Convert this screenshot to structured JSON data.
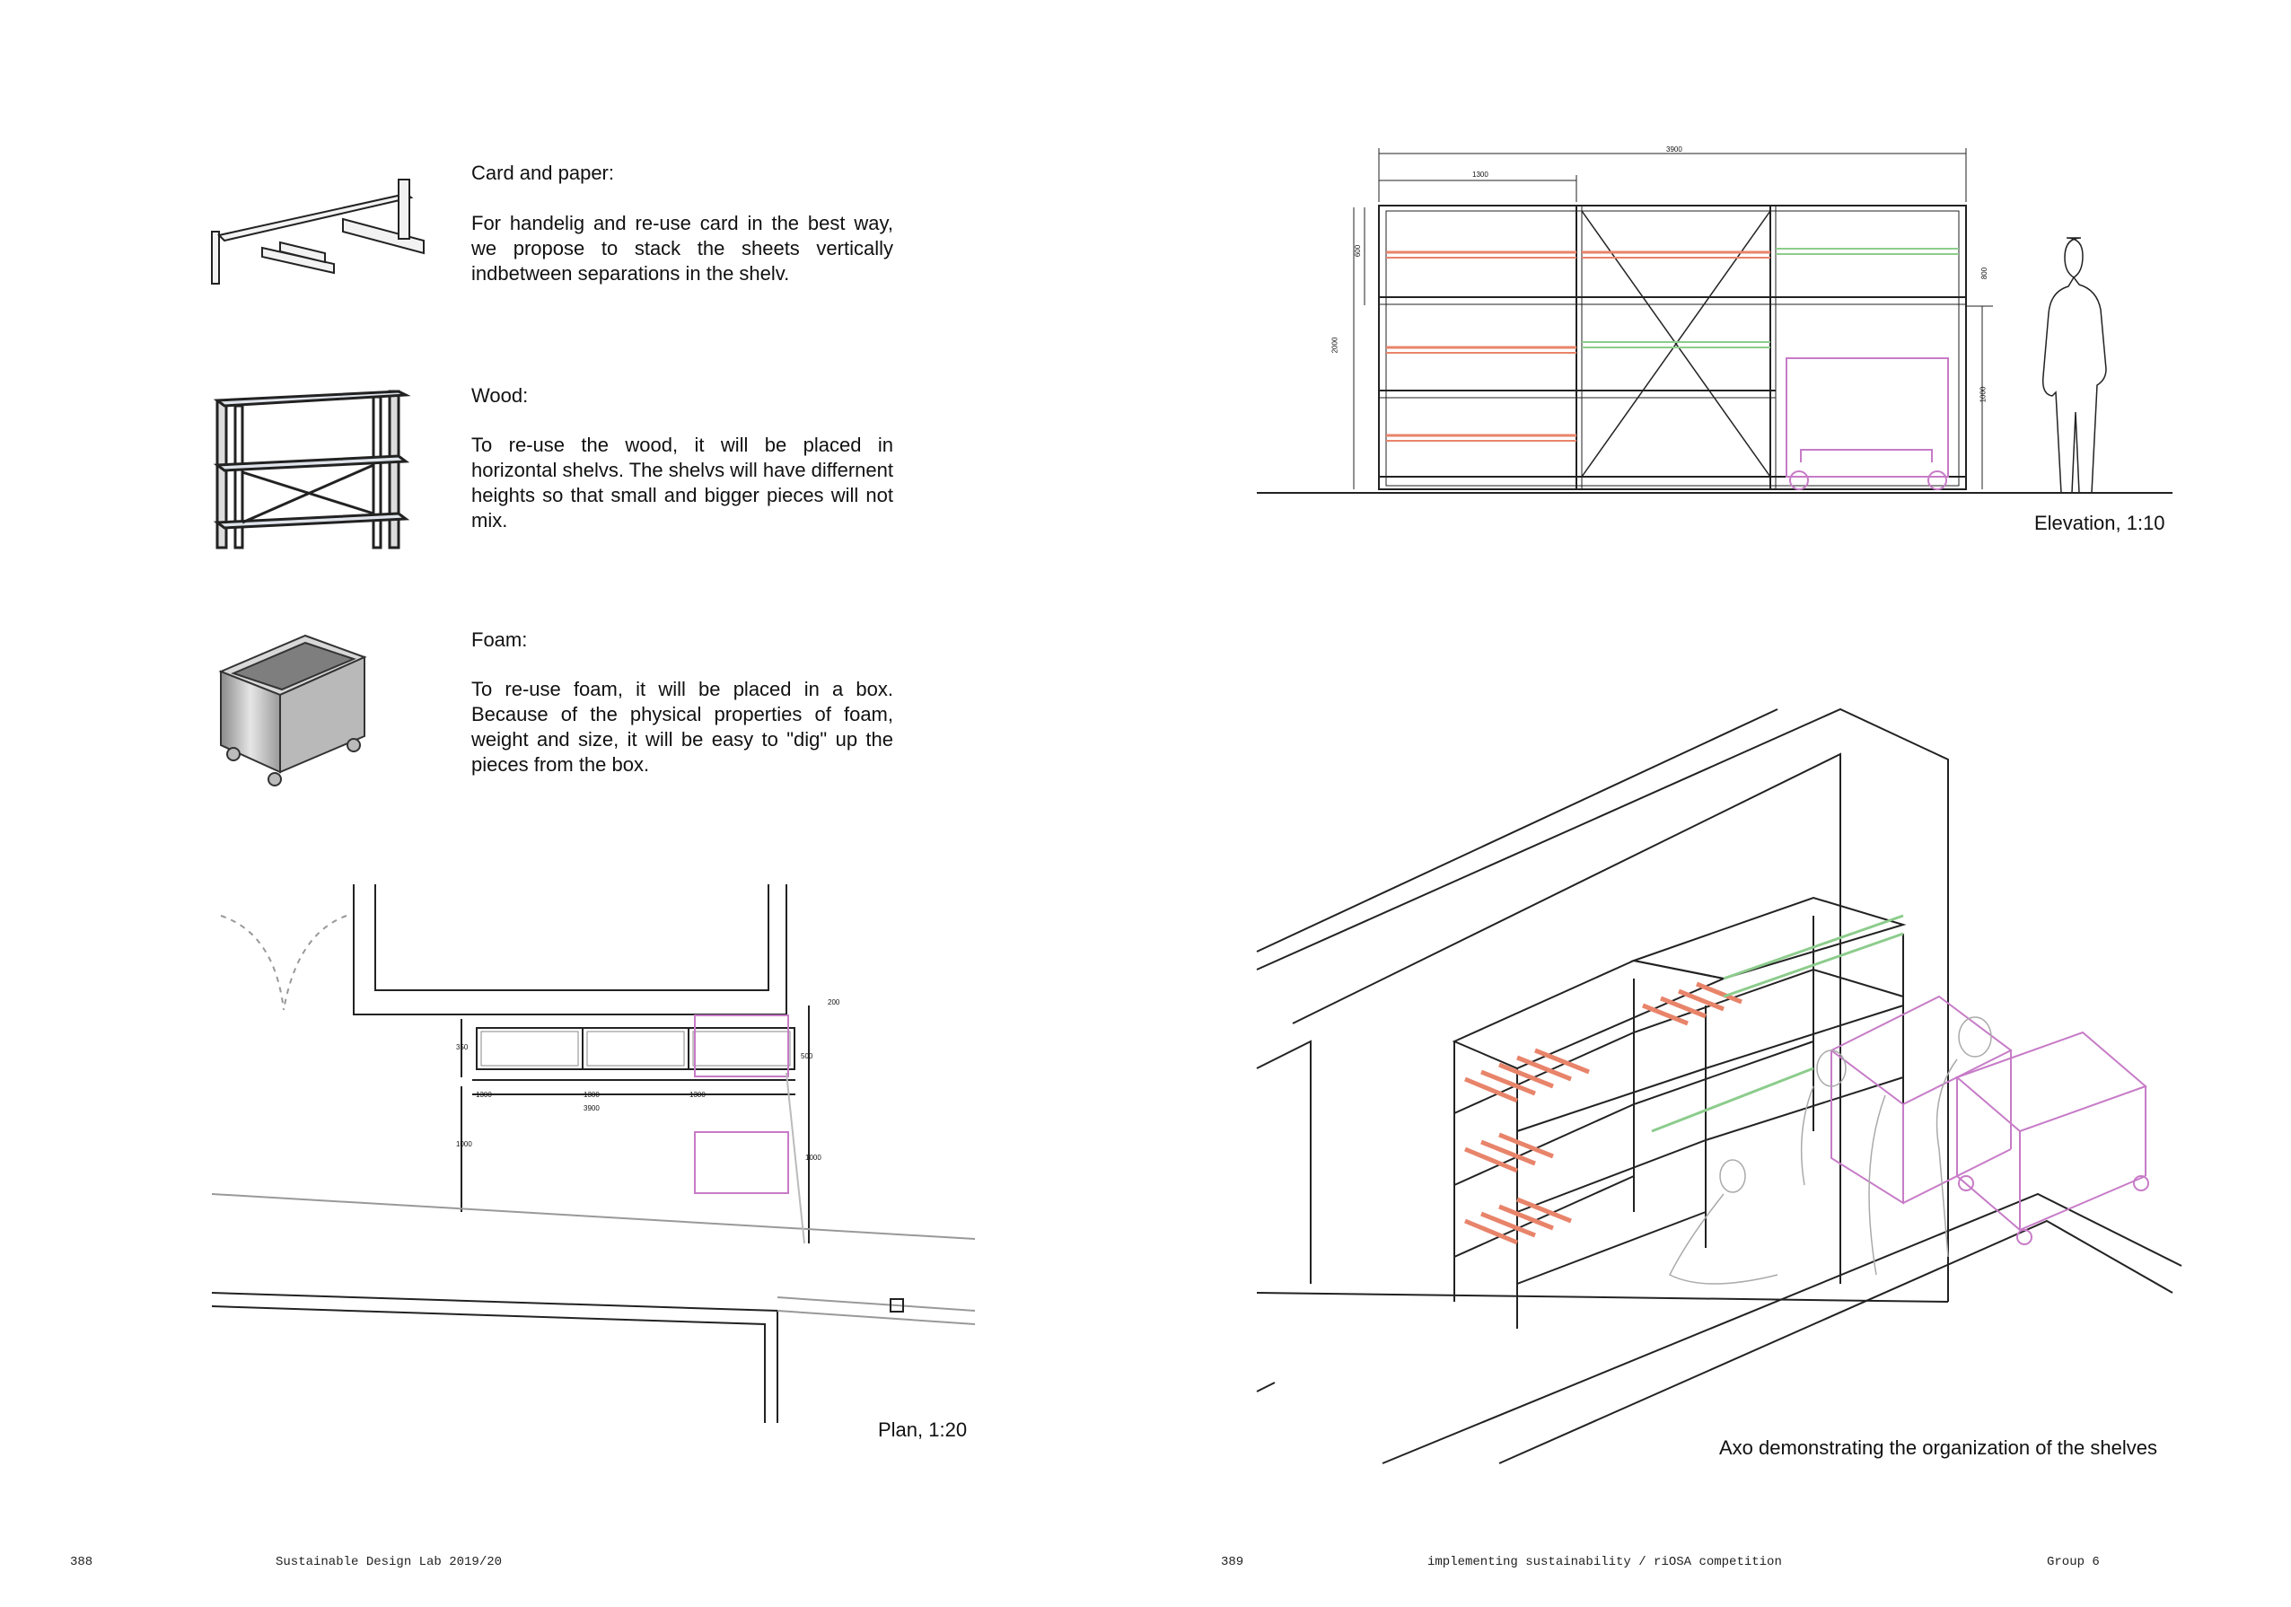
{
  "left_page": {
    "sections": [
      {
        "heading": "Card and paper:",
        "text": "For handelig and re-use card in the best way, we propose to stack the sheets vertically indbetween separations in the shelv."
      },
      {
        "heading": "Wood:",
        "text": "To re-use the wood, it will be placed in horizontal shelvs. The shelvs will have differnent heights so that small and bigger pieces will not mix."
      },
      {
        "heading": "Foam:",
        "text": "To re-use foam, it will be placed in a box. Because of the physical properties of foam, weight and size, it will be easy to \"dig\" up the pieces from the box."
      }
    ],
    "plan_caption": "Plan, 1:20",
    "plan_dims": [
      "1300",
      "1300",
      "1300",
      "3900",
      "350",
      "1000",
      "1000",
      "500",
      "200"
    ]
  },
  "right_page": {
    "elevation_caption": "Elevation, 1:10",
    "elevation_dims": [
      "3900",
      "1300",
      "2000",
      "600",
      "800",
      "1000"
    ],
    "axo_caption": "Axo demonstrating the organization of the shelves"
  },
  "footer": {
    "left_page_number": "388",
    "left_title": "Sustainable Design Lab 2019/20",
    "right_page_number": "389",
    "right_title": "implementing sustainability / riOSA competition",
    "group": "Group 6"
  },
  "colors": {
    "red_marker": "#e8846a",
    "green_marker": "#8ccc8c",
    "purple_box": "#c77bc7",
    "line": "#222222"
  }
}
